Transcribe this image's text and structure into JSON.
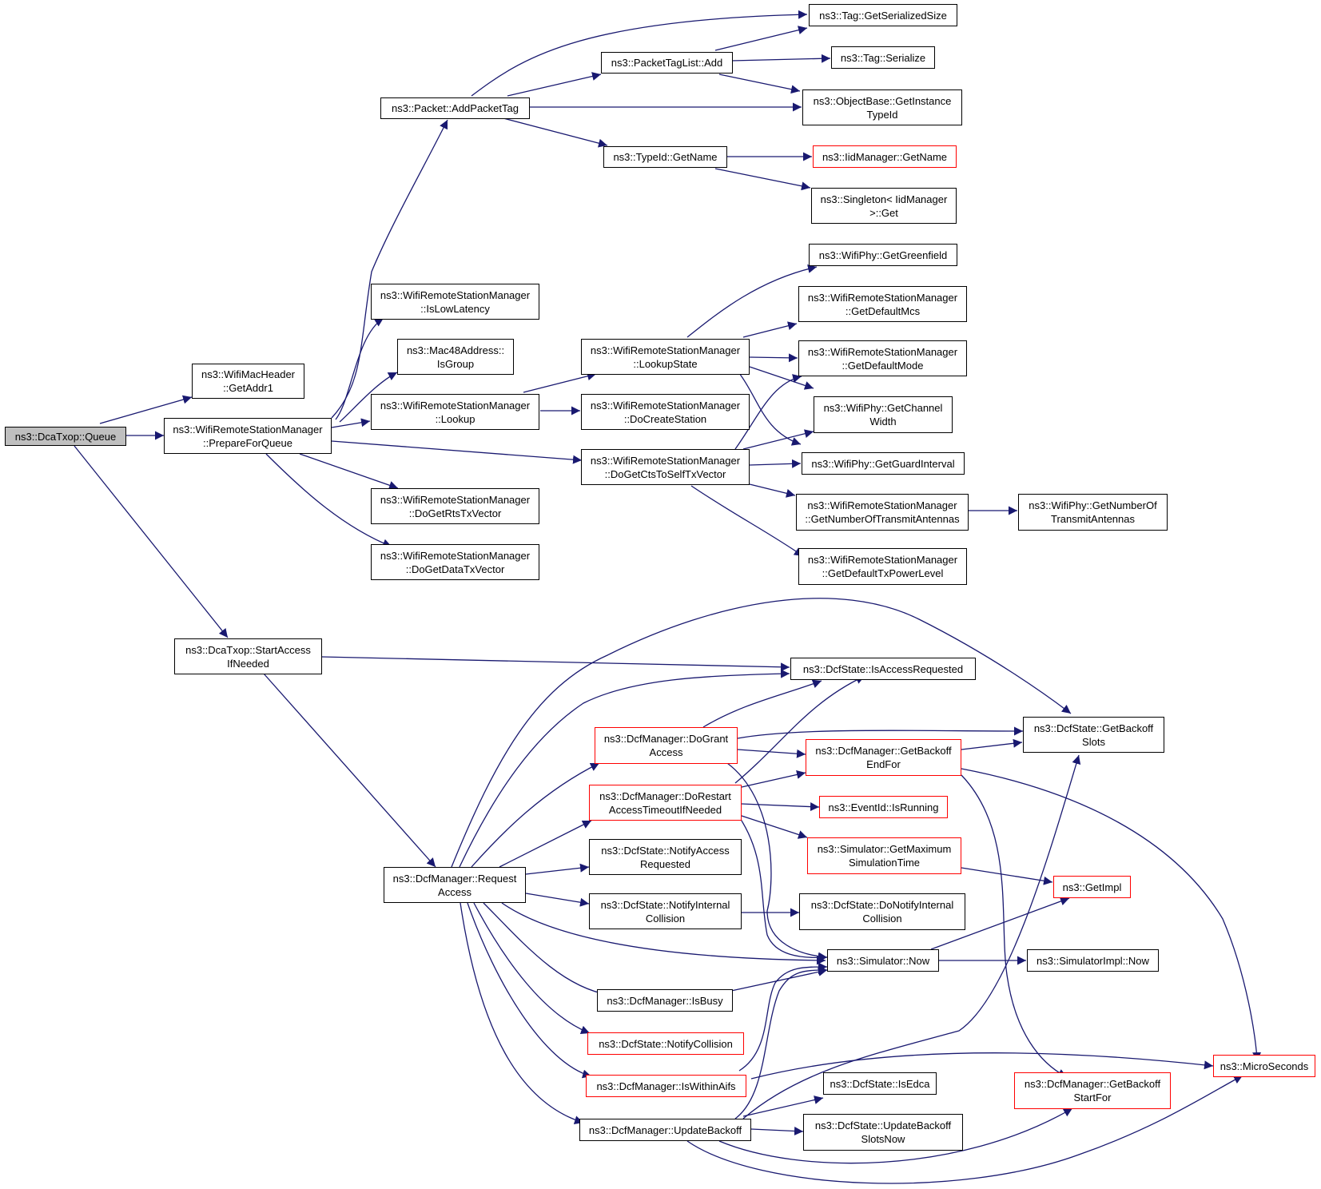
{
  "colors": {
    "edge": "#191970",
    "node_border": "#000000",
    "node_border_incomplete": "#ff0000",
    "root_fill": "#bfbfbf",
    "node_fill": "#ffffff"
  },
  "nodes": {
    "queue": {
      "lines": [
        "ns3::DcaTxop::Queue"
      ],
      "root": true
    },
    "getaddr1": {
      "lines": [
        "ns3::WifiMacHeader",
        "::GetAddr1"
      ]
    },
    "prepare": {
      "lines": [
        "ns3::WifiRemoteStationManager",
        "::PrepareForQueue"
      ]
    },
    "addpackettag": {
      "lines": [
        "ns3::Packet::AddPacketTag"
      ]
    },
    "ptladd": {
      "lines": [
        "ns3::PacketTagList::Add"
      ]
    },
    "getsersize": {
      "lines": [
        "ns3::Tag::GetSerializedSize"
      ]
    },
    "tagser": {
      "lines": [
        "ns3::Tag::Serialize"
      ]
    },
    "getinsttype": {
      "lines": [
        "ns3::ObjectBase::GetInstance",
        "TypeId"
      ]
    },
    "typeidgetname": {
      "lines": [
        "ns3::TypeId::GetName"
      ]
    },
    "iidgetname": {
      "lines": [
        "ns3::IidManager::GetName"
      ],
      "red": true
    },
    "singleton": {
      "lines": [
        "ns3::Singleton< IidManager",
        " >::Get"
      ]
    },
    "islowlat": {
      "lines": [
        "ns3::WifiRemoteStationManager",
        "::IsLowLatency"
      ]
    },
    "isgroup": {
      "lines": [
        "ns3::Mac48Address::",
        "IsGroup"
      ]
    },
    "lookup": {
      "lines": [
        "ns3::WifiRemoteStationManager",
        "::Lookup"
      ]
    },
    "lookupstate": {
      "lines": [
        "ns3::WifiRemoteStationManager",
        "::LookupState"
      ]
    },
    "docreatestation": {
      "lines": [
        "ns3::WifiRemoteStationManager",
        "::DoCreateStation"
      ]
    },
    "greenfield": {
      "lines": [
        "ns3::WifiPhy::GetGreenfield"
      ]
    },
    "defmcs": {
      "lines": [
        "ns3::WifiRemoteStationManager",
        "::GetDefaultMcs"
      ]
    },
    "defmode": {
      "lines": [
        "ns3::WifiRemoteStationManager",
        "::GetDefaultMode"
      ]
    },
    "chanwidth": {
      "lines": [
        "ns3::WifiPhy::GetChannel",
        "Width"
      ]
    },
    "guardint": {
      "lines": [
        "ns3::WifiPhy::GetGuardInterval"
      ]
    },
    "ctsself": {
      "lines": [
        "ns3::WifiRemoteStationManager",
        "::DoGetCtsToSelfTxVector"
      ]
    },
    "numtxant": {
      "lines": [
        "ns3::WifiRemoteStationManager",
        "::GetNumberOfTransmitAntennas"
      ]
    },
    "phynumtxant": {
      "lines": [
        "ns3::WifiPhy::GetNumberOf",
        "TransmitAntennas"
      ]
    },
    "deftxpower": {
      "lines": [
        "ns3::WifiRemoteStationManager",
        "::GetDefaultTxPowerLevel"
      ]
    },
    "rtstx": {
      "lines": [
        "ns3::WifiRemoteStationManager",
        "::DoGetRtsTxVector"
      ]
    },
    "datatx": {
      "lines": [
        "ns3::WifiRemoteStationManager",
        "::DoGetDataTxVector"
      ]
    },
    "startaccess": {
      "lines": [
        "ns3::DcaTxop::StartAccess",
        "IfNeeded"
      ]
    },
    "isaccessreq": {
      "lines": [
        "ns3::DcfState::IsAccessRequested"
      ]
    },
    "getbackoffslots": {
      "lines": [
        "ns3::DcfState::GetBackoff",
        "Slots"
      ]
    },
    "dogrant": {
      "lines": [
        "ns3::DcfManager::DoGrant",
        "Access"
      ],
      "red": true
    },
    "getbackoffend": {
      "lines": [
        "ns3::DcfManager::GetBackoff",
        "EndFor"
      ],
      "red": true
    },
    "dorestart": {
      "lines": [
        "ns3::DcfManager::DoRestart",
        "AccessTimeoutIfNeeded"
      ],
      "red": true
    },
    "eventisrunning": {
      "lines": [
        "ns3::EventId::IsRunning"
      ],
      "red": true
    },
    "simmaxtime": {
      "lines": [
        "ns3::Simulator::GetMaximum",
        "SimulationTime"
      ],
      "red": true
    },
    "getimpl": {
      "lines": [
        "ns3::GetImpl"
      ],
      "red": true
    },
    "notifyaccess": {
      "lines": [
        "ns3::DcfState::NotifyAccess",
        "Requested"
      ]
    },
    "requestaccess": {
      "lines": [
        "ns3::DcfManager::Request",
        "Access"
      ]
    },
    "notifyinternal": {
      "lines": [
        "ns3::DcfState::NotifyInternal",
        "Collision"
      ]
    },
    "donotifyinternal": {
      "lines": [
        "ns3::DcfState::DoNotifyInternal",
        "Collision"
      ]
    },
    "simnow": {
      "lines": [
        "ns3::Simulator::Now"
      ]
    },
    "simimplnow": {
      "lines": [
        "ns3::SimulatorImpl::Now"
      ]
    },
    "isbusy": {
      "lines": [
        "ns3::DcfManager::IsBusy"
      ]
    },
    "notifycoll": {
      "lines": [
        "ns3::DcfState::NotifyCollision"
      ],
      "red": true
    },
    "iswithinaifs": {
      "lines": [
        "ns3::DcfManager::IsWithinAifs"
      ],
      "red": true
    },
    "microseconds": {
      "lines": [
        "ns3::MicroSeconds"
      ],
      "red": true
    },
    "isedca": {
      "lines": [
        "ns3::DcfState::IsEdca"
      ]
    },
    "getbackoffstart": {
      "lines": [
        "ns3::DcfManager::GetBackoff",
        "StartFor"
      ],
      "red": true
    },
    "updatebackoff": {
      "lines": [
        "ns3::DcfManager::UpdateBackoff"
      ]
    },
    "updatebackoffnow": {
      "lines": [
        "ns3::DcfState::UpdateBackoff",
        "SlotsNow"
      ]
    }
  }
}
